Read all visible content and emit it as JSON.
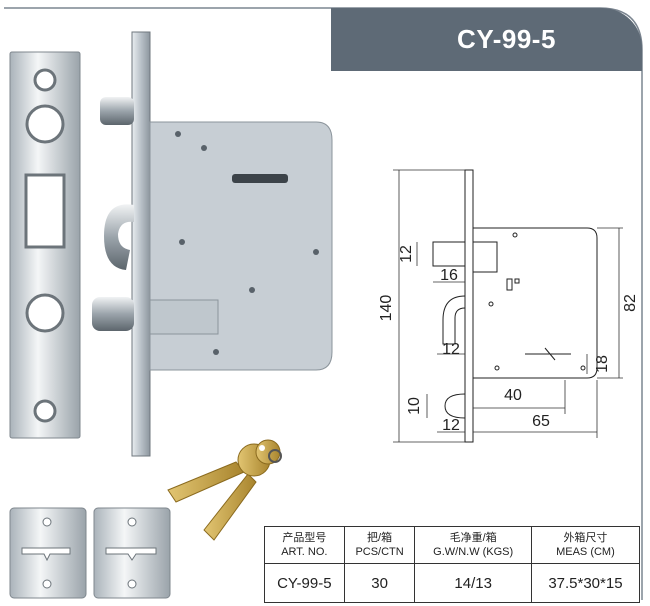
{
  "model_title": "CY-99-5",
  "drawing": {
    "dim_height": "140",
    "dim_box_height": "82",
    "dim_bolt": "12",
    "dim_bolt_width": "16",
    "dim_latch": "12",
    "dim_latch_low": "12",
    "dim_offset_10": "10",
    "dim_backset": "40",
    "dim_depth": "65",
    "dim_keyhole": "18"
  },
  "table": {
    "headers": [
      {
        "zh": "产品型号",
        "en": "ART. NO."
      },
      {
        "zh": "把/箱",
        "en": "PCS/CTN"
      },
      {
        "zh": "毛净重/箱",
        "en": "G.W/N.W (KGS)"
      },
      {
        "zh": "外箱尺寸",
        "en": "MEAS (CM)"
      }
    ],
    "values": [
      "CY-99-5",
      "30",
      "14/13",
      "37.5*30*15"
    ]
  },
  "colors": {
    "title_bg": "#5e6a76",
    "metal": "#c4ccd2",
    "brass": "#c9a44a"
  }
}
